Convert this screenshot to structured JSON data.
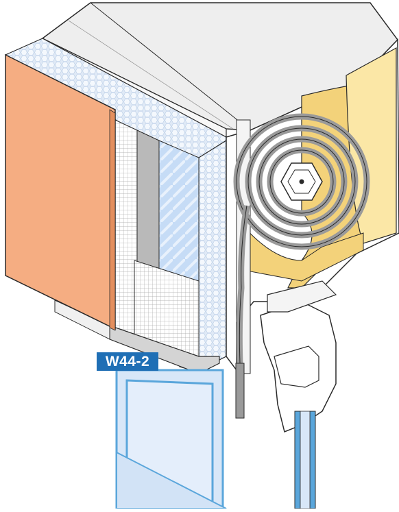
{
  "label": {
    "text": "W44-2"
  },
  "colors": {
    "render": "#f5ad82",
    "insulation": "#d9e6f5",
    "glass": "#d8e7f8",
    "frame_blue": "#5aa6db",
    "box_insulation": "#f3d27a",
    "box_insulation_light": "#fbe7a6",
    "tag": "#1f6fb5",
    "slat": "#9a9a9a",
    "outline": "#2a2a2a"
  },
  "icons": [
    "roller-shutter-box",
    "shutter-axle",
    "guide-rail",
    "window-frame"
  ]
}
